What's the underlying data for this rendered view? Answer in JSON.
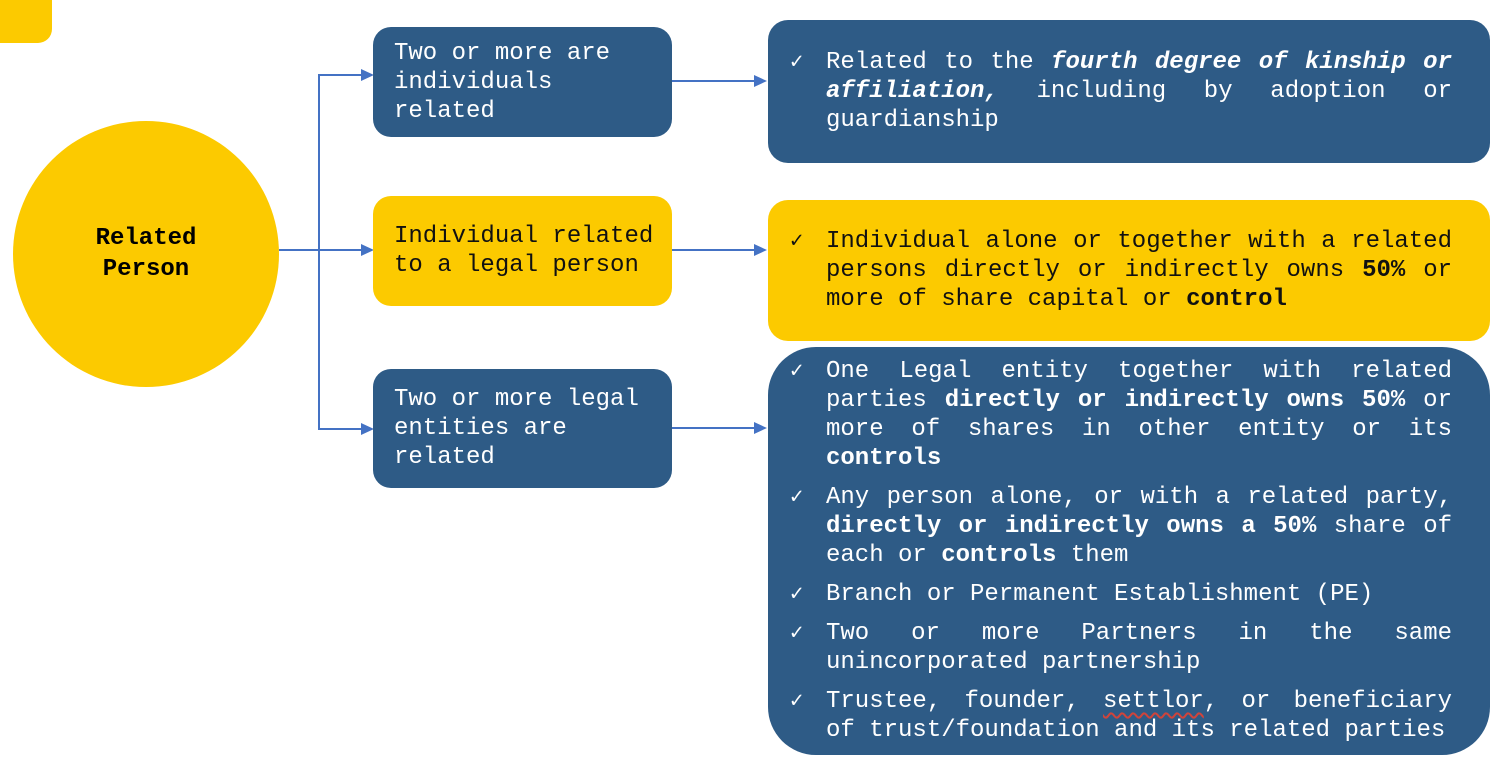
{
  "colors": {
    "dark_blue": "#2E5B86",
    "yellow": "#FCCA00",
    "arrow_blue": "#4472C4",
    "text_light": "#FFFFFF",
    "text_dark": "#111111",
    "squiggle_red": "#D0443B"
  },
  "checkmark": "✓",
  "root": {
    "label": "Related Person"
  },
  "branches": [
    {
      "condition": {
        "text": "Two or more are individuals related",
        "style": "blue"
      },
      "outcome": {
        "style": "blue",
        "bullets": [
          {
            "segments": [
              {
                "text": "Related to the "
              },
              {
                "text": "fourth degree of kinship or affiliation,",
                "bold": true,
                "italic": true
              },
              {
                "text": " including by adoption or guardianship"
              }
            ]
          }
        ]
      }
    },
    {
      "condition": {
        "text": "Individual related to a legal person",
        "style": "yellow"
      },
      "outcome": {
        "style": "yellow",
        "bullets": [
          {
            "segments": [
              {
                "text": "Individual alone or together with a related persons directly or indirectly owns "
              },
              {
                "text": "50%",
                "bold": true
              },
              {
                "text": " or more of share capital or "
              },
              {
                "text": "control",
                "bold": true
              }
            ]
          }
        ]
      }
    },
    {
      "condition": {
        "text": "Two or more legal entities are related",
        "style": "blue"
      },
      "outcome": {
        "style": "blue",
        "bullets": [
          {
            "segments": [
              {
                "text": "One Legal entity together with related parties "
              },
              {
                "text": "directly or indirectly owns 50%",
                "bold": true
              },
              {
                "text": " or more of shares in other entity or its "
              },
              {
                "text": "controls",
                "bold": true
              }
            ]
          },
          {
            "segments": [
              {
                "text": "Any person alone, or with a related party, "
              },
              {
                "text": "directly or indirectly owns a 50%",
                "bold": true
              },
              {
                "text": " share of each or "
              },
              {
                "text": "controls",
                "bold": true
              },
              {
                "text": " them"
              }
            ]
          },
          {
            "segments": [
              {
                "text": "Branch or Permanent Establishment (PE)"
              }
            ]
          },
          {
            "segments": [
              {
                "text": "Two or more Partners in the same unincorporated partnership"
              }
            ]
          },
          {
            "segments": [
              {
                "text": "Trustee, founder, "
              },
              {
                "text": "settlor",
                "squiggle": true
              },
              {
                "text": ", or beneficiary of trust/foundation and its related parties"
              }
            ]
          }
        ]
      }
    }
  ]
}
